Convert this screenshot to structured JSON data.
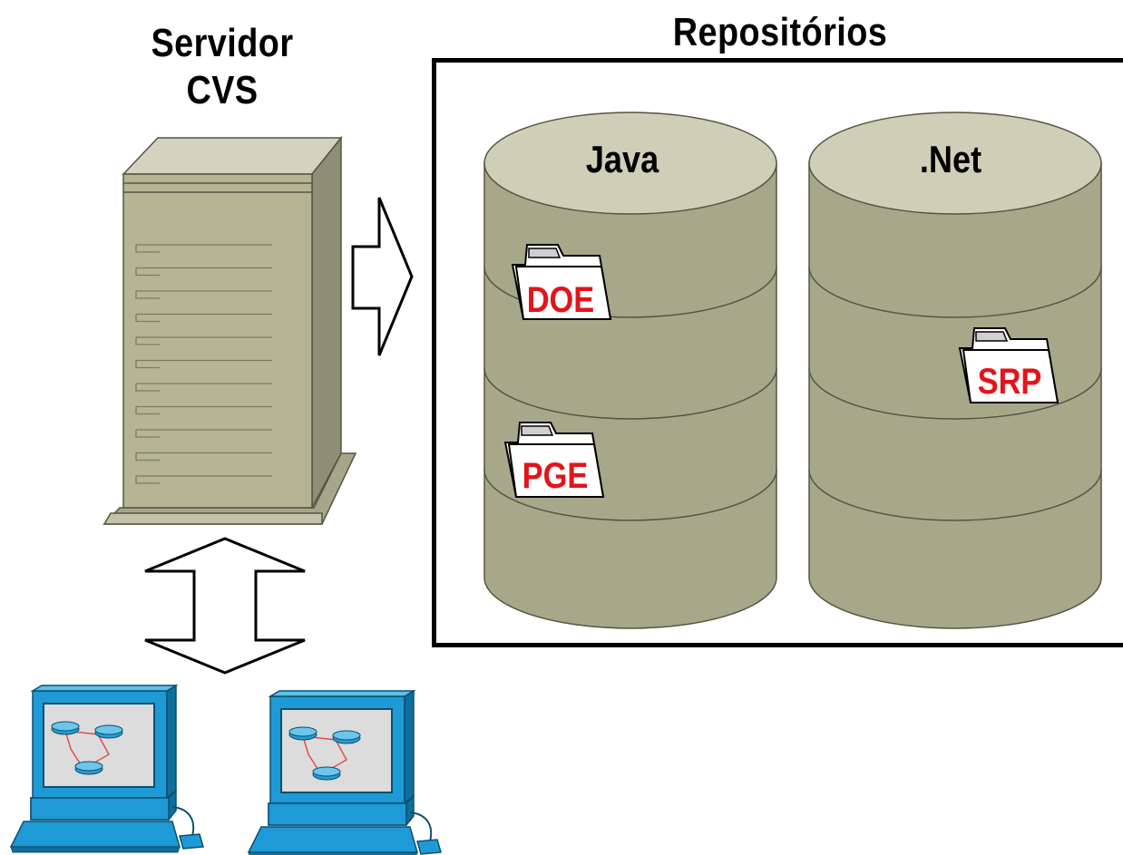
{
  "server": {
    "title_line1": "Servidor",
    "title_line2": "CVS"
  },
  "repositories": {
    "title": "Repositórios",
    "items": [
      {
        "label": "Java",
        "folders": [
          "DOE",
          "PGE"
        ]
      },
      {
        "label": ".Net",
        "folders": [
          "SRP"
        ]
      }
    ]
  },
  "colors": {
    "server_body": "#b5b596",
    "cylinder_top": "#cfcfb8",
    "cylinder_body": "#a7a88a",
    "folder_label": "#e3141b",
    "workstation": "#1e9ad6"
  },
  "icons": {
    "server": "server-tower-icon",
    "database": "database-cylinder-icon",
    "folder": "folder-icon",
    "workstation": "workstation-icon",
    "arrow_right": "arrow-right-icon",
    "arrow_bidirectional": "arrow-up-down-icon"
  }
}
